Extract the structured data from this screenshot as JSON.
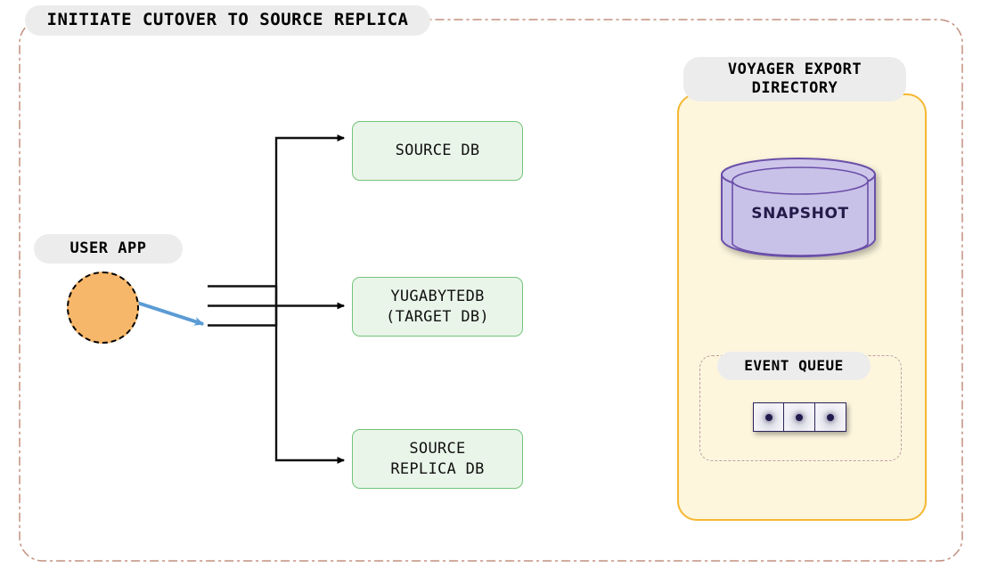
{
  "diagram": {
    "title": "INITIATE CUTOVER TO SOURCE REPLICA",
    "background": "#ffffff",
    "outer_border_color": "#c2907f",
    "outer_border_style": "dash-dot"
  },
  "user_app": {
    "label": "USER APP",
    "shape": "circle",
    "fill": "#f7b76a",
    "border": "#000000",
    "border_style": "dashed"
  },
  "databases": [
    {
      "id": "source-db",
      "label": "SOURCE DB",
      "fill": "#e9f5e9",
      "border": "#74c47a"
    },
    {
      "id": "target-db",
      "label": "YUGABYTEDB\n(TARGET DB)",
      "fill": "#e9f5e9",
      "border": "#74c47a"
    },
    {
      "id": "replica-db",
      "label": "SOURCE\nREPLICA DB",
      "fill": "#e9f5e9",
      "border": "#74c47a"
    }
  ],
  "voyager": {
    "label": "VOYAGER EXPORT\nDIRECTORY",
    "fill": "#fdf6dd",
    "border": "#f5b731",
    "snapshot": {
      "label": "SNAPSHOT",
      "fill": "#c9c2e8",
      "border": "#6b4fa8",
      "shape": "cylinder"
    },
    "event_queue": {
      "label": "EVENT QUEUE",
      "cell_count": 3,
      "cell_border": "#2d2359",
      "dot_color": "#221a4d",
      "border_style": "dashed"
    }
  },
  "connectors": {
    "active_arrow_color": "#5b9bd5",
    "idle_arrow_color": "#000000",
    "active_target": "target-db"
  }
}
